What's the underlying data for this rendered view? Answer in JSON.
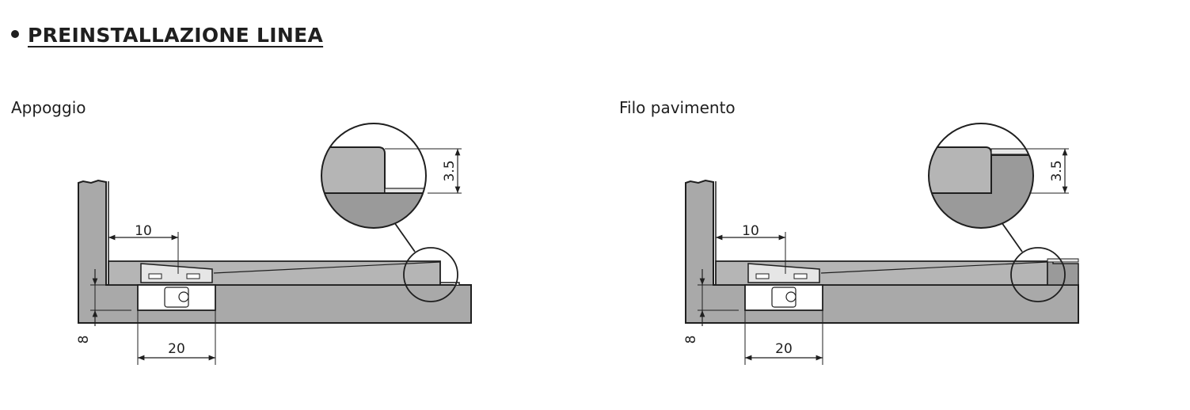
{
  "heading": {
    "title": "PREINSTALLAZIONE LINEA"
  },
  "diagrams": [
    {
      "label": "Appoggio",
      "dim_width": "10",
      "dim_gap": "20",
      "dim_depth": "8",
      "dim_detail": "3.5"
    },
    {
      "label": "Filo pavimento",
      "dim_width": "10",
      "dim_gap": "20",
      "dim_depth": "8",
      "dim_detail": "3.5"
    }
  ],
  "colors": {
    "wall": "#a9a9a9",
    "fill_dark": "#9a9a9a",
    "fill_light": "#b5b5b5",
    "line": "#1f1f1f"
  }
}
